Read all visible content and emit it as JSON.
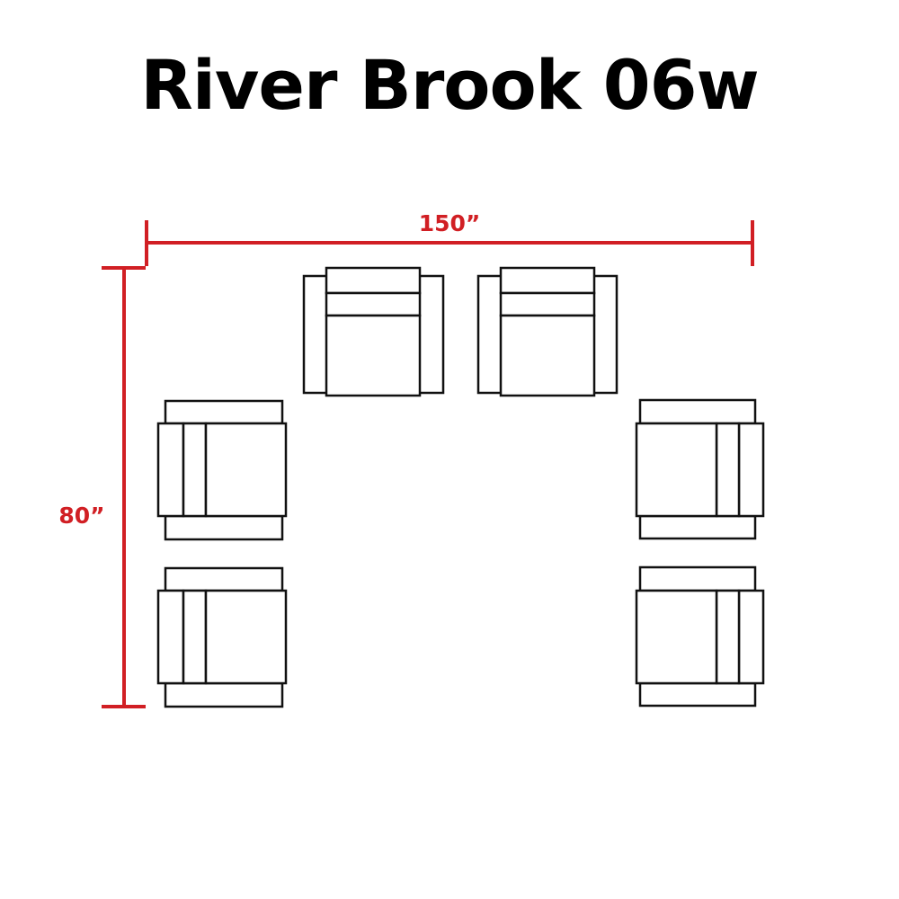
{
  "title": "River Brook 06w",
  "dimensions": {
    "width": "150”",
    "height": "80”",
    "color": "#d11f24"
  },
  "line_color": "#111111"
}
